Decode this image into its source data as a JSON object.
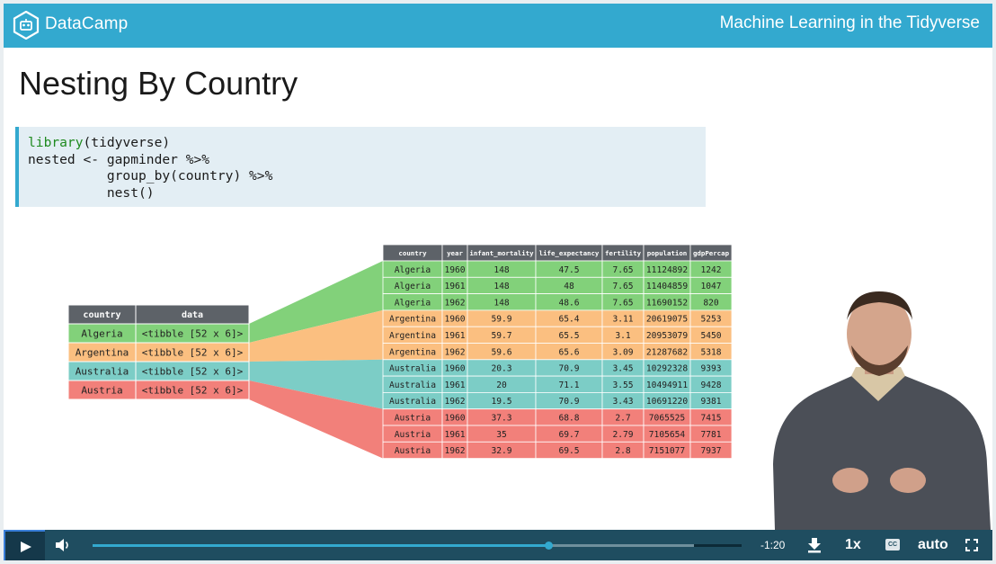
{
  "header": {
    "brand": "DataCamp",
    "course_title": "Machine Learning in the Tidyverse"
  },
  "slide": {
    "title": "Nesting By Country",
    "code": {
      "line1_fn": "library",
      "line1_rest": "(tidyverse)",
      "line2": "nested <- gapminder %>%",
      "line3": "          group_by(country) %>%",
      "line4": "          nest()"
    }
  },
  "nested_table": {
    "headers": [
      "country",
      "data"
    ],
    "rows": [
      {
        "country": "Algeria",
        "data": "<tibble [52 x 6]>",
        "color": "#82d17a"
      },
      {
        "country": "Argentina",
        "data": "<tibble [52 x 6]>",
        "color": "#fbbf80"
      },
      {
        "country": "Australia",
        "data": "<tibble [52 x 6]>",
        "color": "#7ccdc6"
      },
      {
        "country": "Austria",
        "data": "<tibble [52 x 6]>",
        "color": "#f2807a"
      }
    ],
    "header_color": "#5d6268"
  },
  "expanded_table": {
    "headers": [
      "country",
      "year",
      "infant_mortality",
      "life_expectancy",
      "fertility",
      "population",
      "gdpPercap"
    ],
    "rows": [
      [
        "Algeria",
        "1960",
        "148",
        "47.5",
        "7.65",
        "11124892",
        "1242"
      ],
      [
        "Algeria",
        "1961",
        "148",
        "48",
        "7.65",
        "11404859",
        "1047"
      ],
      [
        "Algeria",
        "1962",
        "148",
        "48.6",
        "7.65",
        "11690152",
        "820"
      ],
      [
        "Argentina",
        "1960",
        "59.9",
        "65.4",
        "3.11",
        "20619075",
        "5253"
      ],
      [
        "Argentina",
        "1961",
        "59.7",
        "65.5",
        "3.1",
        "20953079",
        "5450"
      ],
      [
        "Argentina",
        "1962",
        "59.6",
        "65.6",
        "3.09",
        "21287682",
        "5318"
      ],
      [
        "Australia",
        "1960",
        "20.3",
        "70.9",
        "3.45",
        "10292328",
        "9393"
      ],
      [
        "Australia",
        "1961",
        "20",
        "71.1",
        "3.55",
        "10494911",
        "9428"
      ],
      [
        "Australia",
        "1962",
        "19.5",
        "70.9",
        "3.43",
        "10691220",
        "9381"
      ],
      [
        "Austria",
        "1960",
        "37.3",
        "68.8",
        "2.7",
        "7065525",
        "7415"
      ],
      [
        "Austria",
        "1961",
        "35",
        "69.7",
        "2.79",
        "7105654",
        "7781"
      ],
      [
        "Austria",
        "1962",
        "32.9",
        "69.5",
        "2.8",
        "7151077",
        "7937"
      ]
    ],
    "group_colors": [
      "#82d17a",
      "#fbbf80",
      "#7ccdc6",
      "#f2807a"
    ]
  },
  "player": {
    "time_remaining": "-1:20",
    "speed": "1x",
    "cc_label": "CC",
    "quality": "auto",
    "progress_fraction": 0.703,
    "buffered_fraction": 0.927,
    "icons": [
      "play-icon",
      "volume-icon",
      "download-icon",
      "closed-captions-icon",
      "fullscreen-icon"
    ]
  }
}
